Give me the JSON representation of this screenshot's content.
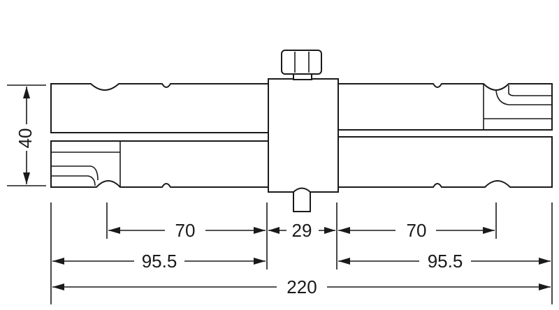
{
  "drawing": {
    "dimensions": {
      "height": "40",
      "left_inner": "70",
      "center": "29",
      "right_inner": "70",
      "left_outer": "95.5",
      "right_outer": "95.5",
      "total": "220"
    }
  }
}
